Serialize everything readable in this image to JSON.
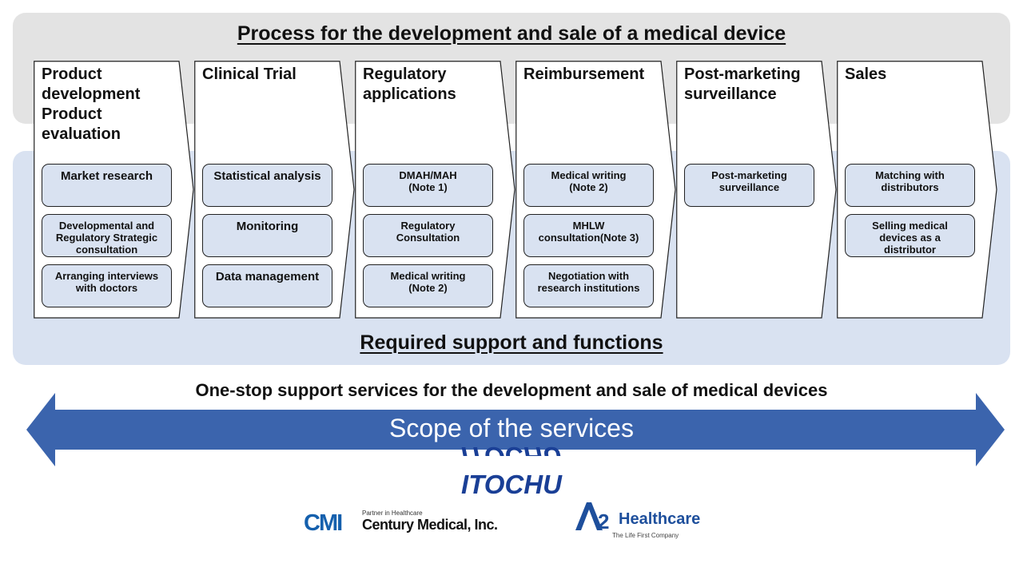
{
  "process_title": "Process for the development and sale of a medical device",
  "support_title": "Required support and functions",
  "steps": [
    {
      "title": "Product\ndevelopment\nProduct\nevaluation",
      "tasks": [
        "Market research",
        "Developmental and\nRegulatory Strategic\nconsultation",
        "Arranging interviews\nwith doctors"
      ]
    },
    {
      "title": "Clinical  Trial",
      "tasks": [
        "Statistical analysis",
        "Monitoring",
        "Data management"
      ]
    },
    {
      "title": "Regulatory\napplications",
      "tasks": [
        "DMAH/MAH\n(Note 1)",
        "Regulatory\nConsultation",
        "Medical writing\n(Note 2)"
      ]
    },
    {
      "title": "Reimbursement",
      "tasks": [
        "Medical writing\n(Note 2)",
        "MHLW\nconsultation(Note 3)",
        "Negotiation with\nresearch institutions"
      ]
    },
    {
      "title": "Post-marketing\nsurveillance",
      "tasks": [
        "Post-marketing\nsurveillance"
      ]
    },
    {
      "title": "Sales",
      "tasks": [
        "Matching with\ndistributors",
        "Selling medical\ndevices as a\ndistributor"
      ]
    }
  ],
  "one_stop_text": "One-stop support services for the development and sale of medical devices",
  "scope_text": "Scope of the services",
  "logos": {
    "itochu": "ITOCHU",
    "cmi_mark": "CMI",
    "cmi_tagline": "Partner in Healthcare",
    "cmi_name": "Century Medical, Inc.",
    "a2_name": "Healthcare",
    "a2_tagline": "The Life First Company"
  },
  "colors": {
    "top_band": "#e3e3e3",
    "bottom_band": "#d9e2f1",
    "arrow": "#3b64ad",
    "itochu_blue": "#1a3f96",
    "cmi_blue": "#1560ad",
    "a2_blue": "#1e4f9c"
  }
}
